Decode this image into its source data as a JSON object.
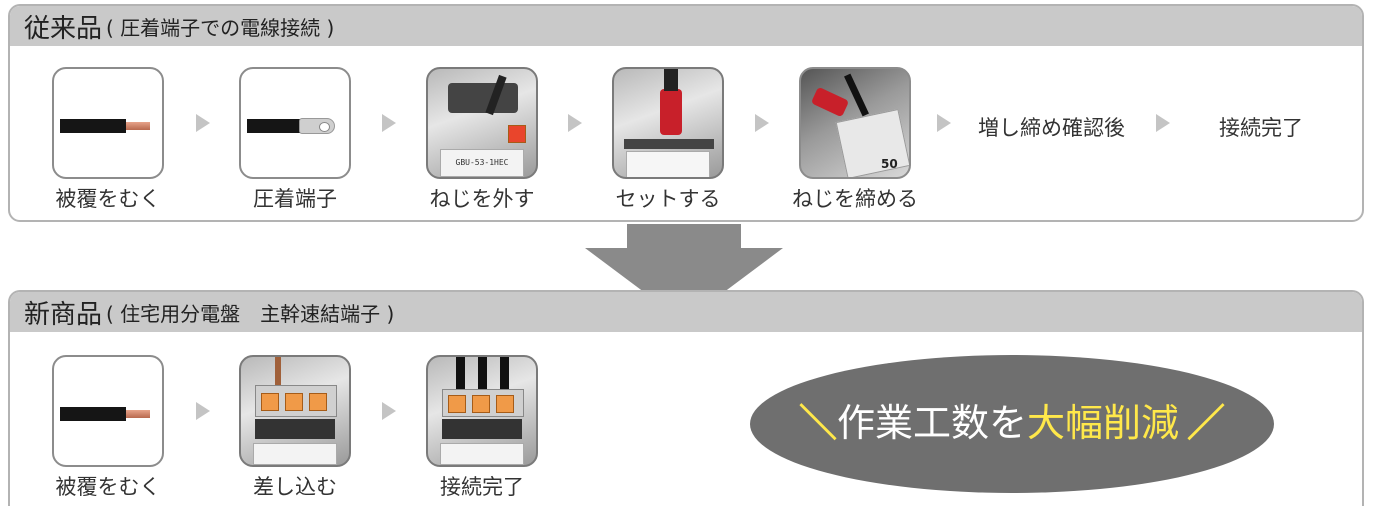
{
  "old_section": {
    "title": "従来品",
    "subtitle": "( 圧着端子での電線接続 )",
    "steps": [
      {
        "caption": "被覆をむく",
        "icon": "stripped-wire-icon"
      },
      {
        "caption": "圧着端子",
        "icon": "crimp-terminal-icon"
      },
      {
        "caption": "ねじを外す",
        "icon": "remove-screw-photo"
      },
      {
        "caption": "セットする",
        "icon": "set-terminal-photo"
      },
      {
        "caption": "ねじを締める",
        "icon": "tighten-screw-photo"
      }
    ],
    "text_steps": [
      "増し締め確認後",
      "接続完了"
    ]
  },
  "new_section": {
    "title": "新商品",
    "subtitle": "( 住宅用分電盤　主幹速結端子 )",
    "steps": [
      {
        "caption": "被覆をむく",
        "icon": "stripped-wire-icon"
      },
      {
        "caption": "差し込む",
        "icon": "insert-wire-photo"
      },
      {
        "caption": "接続完了",
        "icon": "connected-photo"
      }
    ]
  },
  "photo_labels": {
    "model": "GBU-53-1HEC",
    "rating": "50"
  },
  "slogan": {
    "left_deco": "＼",
    "normal": "作業工数を",
    "highlight": "大幅削減",
    "right_deco": "／"
  },
  "colors": {
    "header_bg": "#c9c9c9",
    "oval": "#6f6f6f",
    "highlight": "#ffe84a",
    "arrow": "#8a8a8a"
  }
}
